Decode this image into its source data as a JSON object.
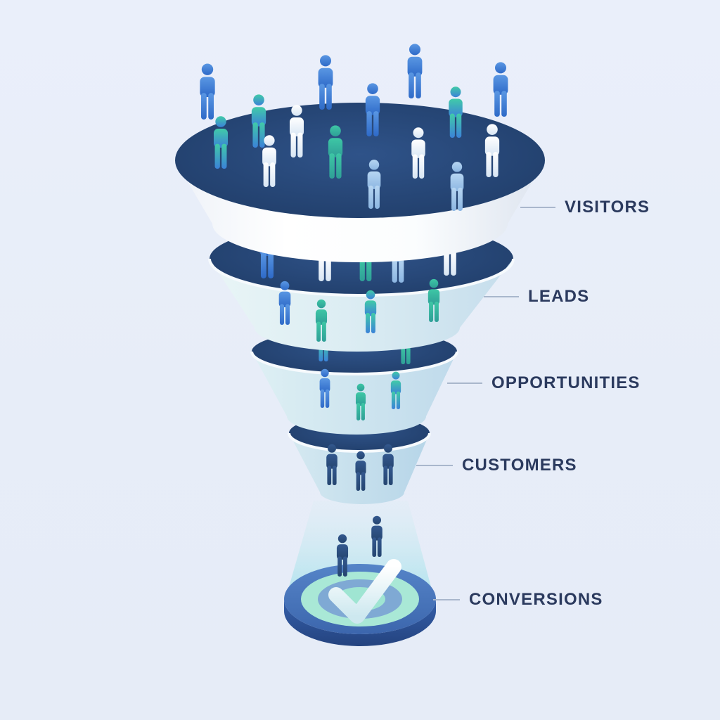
{
  "page": {
    "type": "marketing-sales-funnel-diagram",
    "background_color": "#e8edf8"
  },
  "funnel": {
    "stages": [
      {
        "id": "visitors",
        "label": "VISITORS",
        "people_count": 15
      },
      {
        "id": "leads",
        "label": "LEADS",
        "people_count": 9
      },
      {
        "id": "opportunities",
        "label": "OPPORTUNITIES",
        "people_count": 5
      },
      {
        "id": "customers",
        "label": "CUSTOMERS",
        "people_count": 3
      },
      {
        "id": "conversions",
        "label": "CONVERSIONS",
        "people_count": 2
      }
    ],
    "label_color": "#2b3a5e",
    "connector_color": "#a9b7cc"
  },
  "icons": {
    "person": "person-icon",
    "target": "target-icon",
    "checkmark": "checkmark-icon",
    "light_beam": "light-beam"
  },
  "palette": {
    "funnel_opening_navy": "#24406e",
    "tier1_body_white": "#ffffff",
    "tier_body_light_blue": "#cfe4ee",
    "person_blue": "#3e7fd2",
    "person_teal": "#3cc3a5",
    "person_white": "#ffffff",
    "person_light_blue": "#a9cdef",
    "person_navy": "#2c4f86",
    "target_rim_blue": "#4b77bd",
    "target_ring_mint": "#a9e8d6",
    "target_ring_blue": "#7fa9d4",
    "checkmark_white": "#ffffff",
    "beam_cyan": "#cdebf1"
  }
}
